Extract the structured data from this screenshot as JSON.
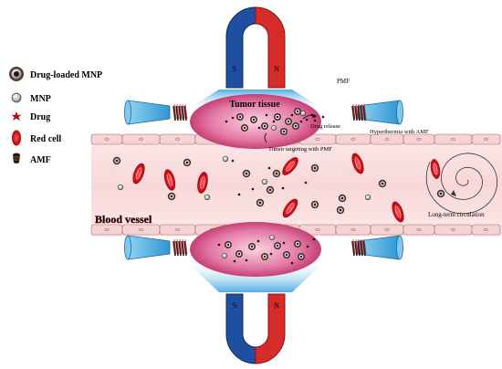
{
  "legend": {
    "items": [
      {
        "label": "Drug-loaded MNP",
        "icon": "drug-loaded-mnp-icon"
      },
      {
        "label": "MNP",
        "icon": "mnp-icon"
      },
      {
        "label": "Drug",
        "icon": "drug-icon"
      },
      {
        "label": "Red cell",
        "icon": "red-cell-icon"
      },
      {
        "label": "AMF",
        "icon": "amf-coil-icon"
      }
    ]
  },
  "magnets": {
    "top": {
      "pole_left": "S",
      "pole_right": "N",
      "field_label": "PMF"
    },
    "bottom": {
      "pole_left": "S",
      "pole_right": "N"
    }
  },
  "tumor": {
    "title": "Tumor tissue",
    "drug_release_label": "Drug release",
    "targeting_label": "Tumor targeting with PMF"
  },
  "annotations": {
    "hyperthermia": "Hyperthermia with AMF",
    "long_term": "Long-term circulation"
  },
  "vessel": {
    "label": "Blood vessel"
  },
  "colors": {
    "magnet_blue": "#1f4fa0",
    "magnet_red": "#d62b2b",
    "tumor_magenta": "#c2185b",
    "vessel_pink": "#fbe3e3",
    "red_cell": "#c8121e",
    "cone_blue": "#5ab8e8"
  }
}
